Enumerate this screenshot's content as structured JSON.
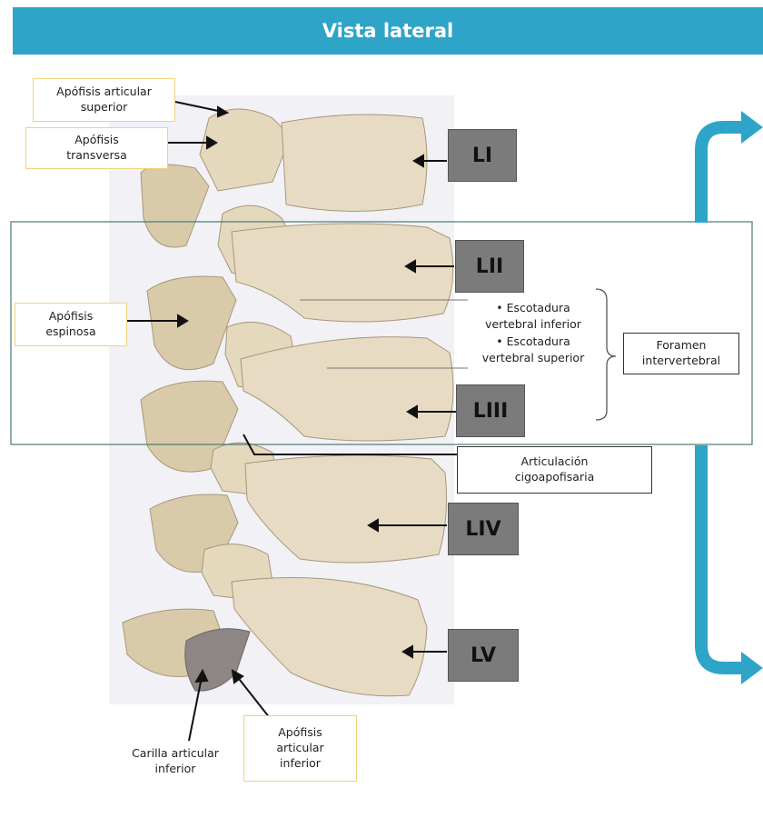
{
  "header": {
    "title": "Vista lateral"
  },
  "labels": {
    "superior_articular": "Apófisis articular\nsuperior",
    "transverse": "Apófisis\ntransversa",
    "spinous": "Apófisis\nespinosa",
    "facet_joint": "Articulación\ncigoapofisaria",
    "foramen": "Foramen\nintervertebral",
    "inferior_facet": "Carilla articular\ninferior",
    "inferior_articular": "Apófisis\narticular\ninferior"
  },
  "notches": [
    "Escotadura\nvertebral inferior",
    "Escotadura\nvertebral superior"
  ],
  "vertebrae": [
    "LI",
    "LII",
    "LIII",
    "LIV",
    "LV"
  ],
  "colors": {
    "header": "#2ea4c9",
    "bone": "#e7dcc3",
    "bone_shade": "#c9b996",
    "arrow": "#2ea4c9",
    "label_border": "#f2d27a"
  }
}
